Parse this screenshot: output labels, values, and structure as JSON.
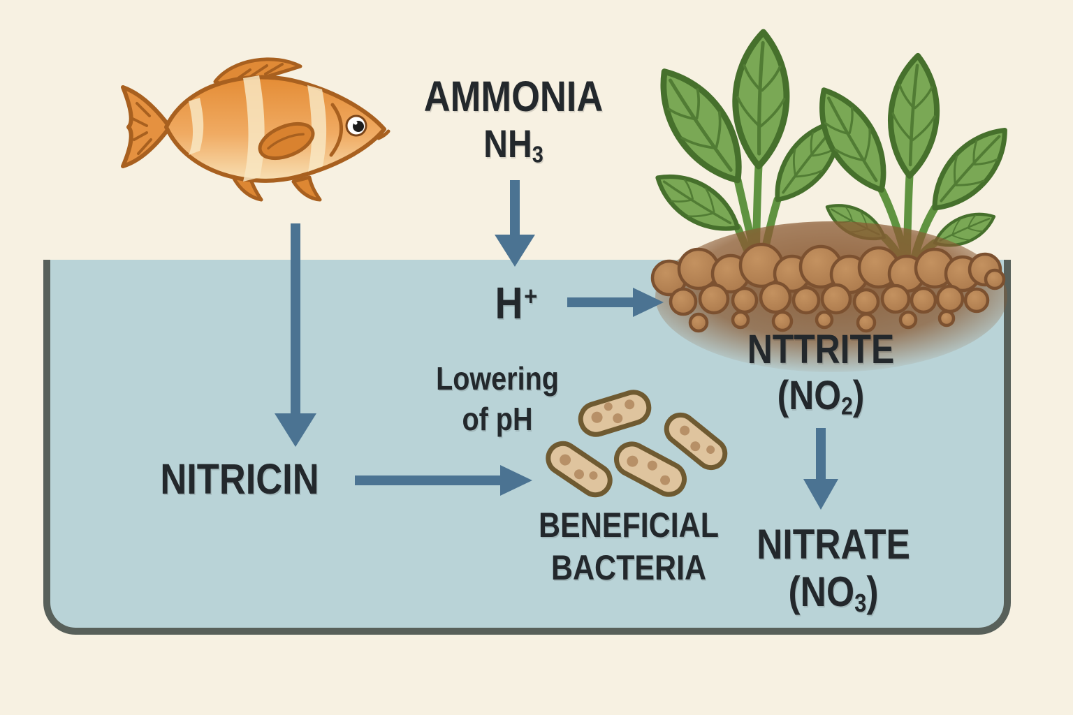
{
  "colors": {
    "background": "#f7f1e2",
    "water": "#b9d3d7",
    "tank-border": "#58605a",
    "arrow": "#4b7392",
    "ink": "#23282c",
    "leaf": "#7aa855",
    "leaf-outline": "#46702c",
    "stem": "#5f9340",
    "soil": "#a9774a",
    "soil-outline": "#7c5130",
    "bacteria-fill": "#dfc49e",
    "bacteria-outline": "#6f5a31",
    "bacteria-spot": "#b79067",
    "fish-outline": "#a8601f"
  },
  "labels": {
    "ammonia": {
      "title": "AMMONIA",
      "formula_base": "NH",
      "formula_sub": "3"
    },
    "hydrogen": {
      "base": "H",
      "charge": "+"
    },
    "lowering_ph": {
      "line1": "Lowering",
      "line2": "of pH"
    },
    "nitricin": {
      "title": "NITRICIN"
    },
    "beneficial_bacteria": {
      "line1": "BENEFICIAL",
      "line2": "BACTERIA"
    },
    "nitrite": {
      "title": "NTTRITE",
      "formula_open": "(NO",
      "formula_sub": "2",
      "formula_close": ")"
    },
    "nitrate": {
      "title": "NITRATE",
      "formula_open": "(NO",
      "formula_sub": "3",
      "formula_close": ")"
    }
  },
  "illustrations": {
    "fish": "orange striped fish",
    "plants": "two leafy green plants in gravel",
    "soil": "gravel bed",
    "bacteria": "four rod-shaped beneficial microbes"
  }
}
